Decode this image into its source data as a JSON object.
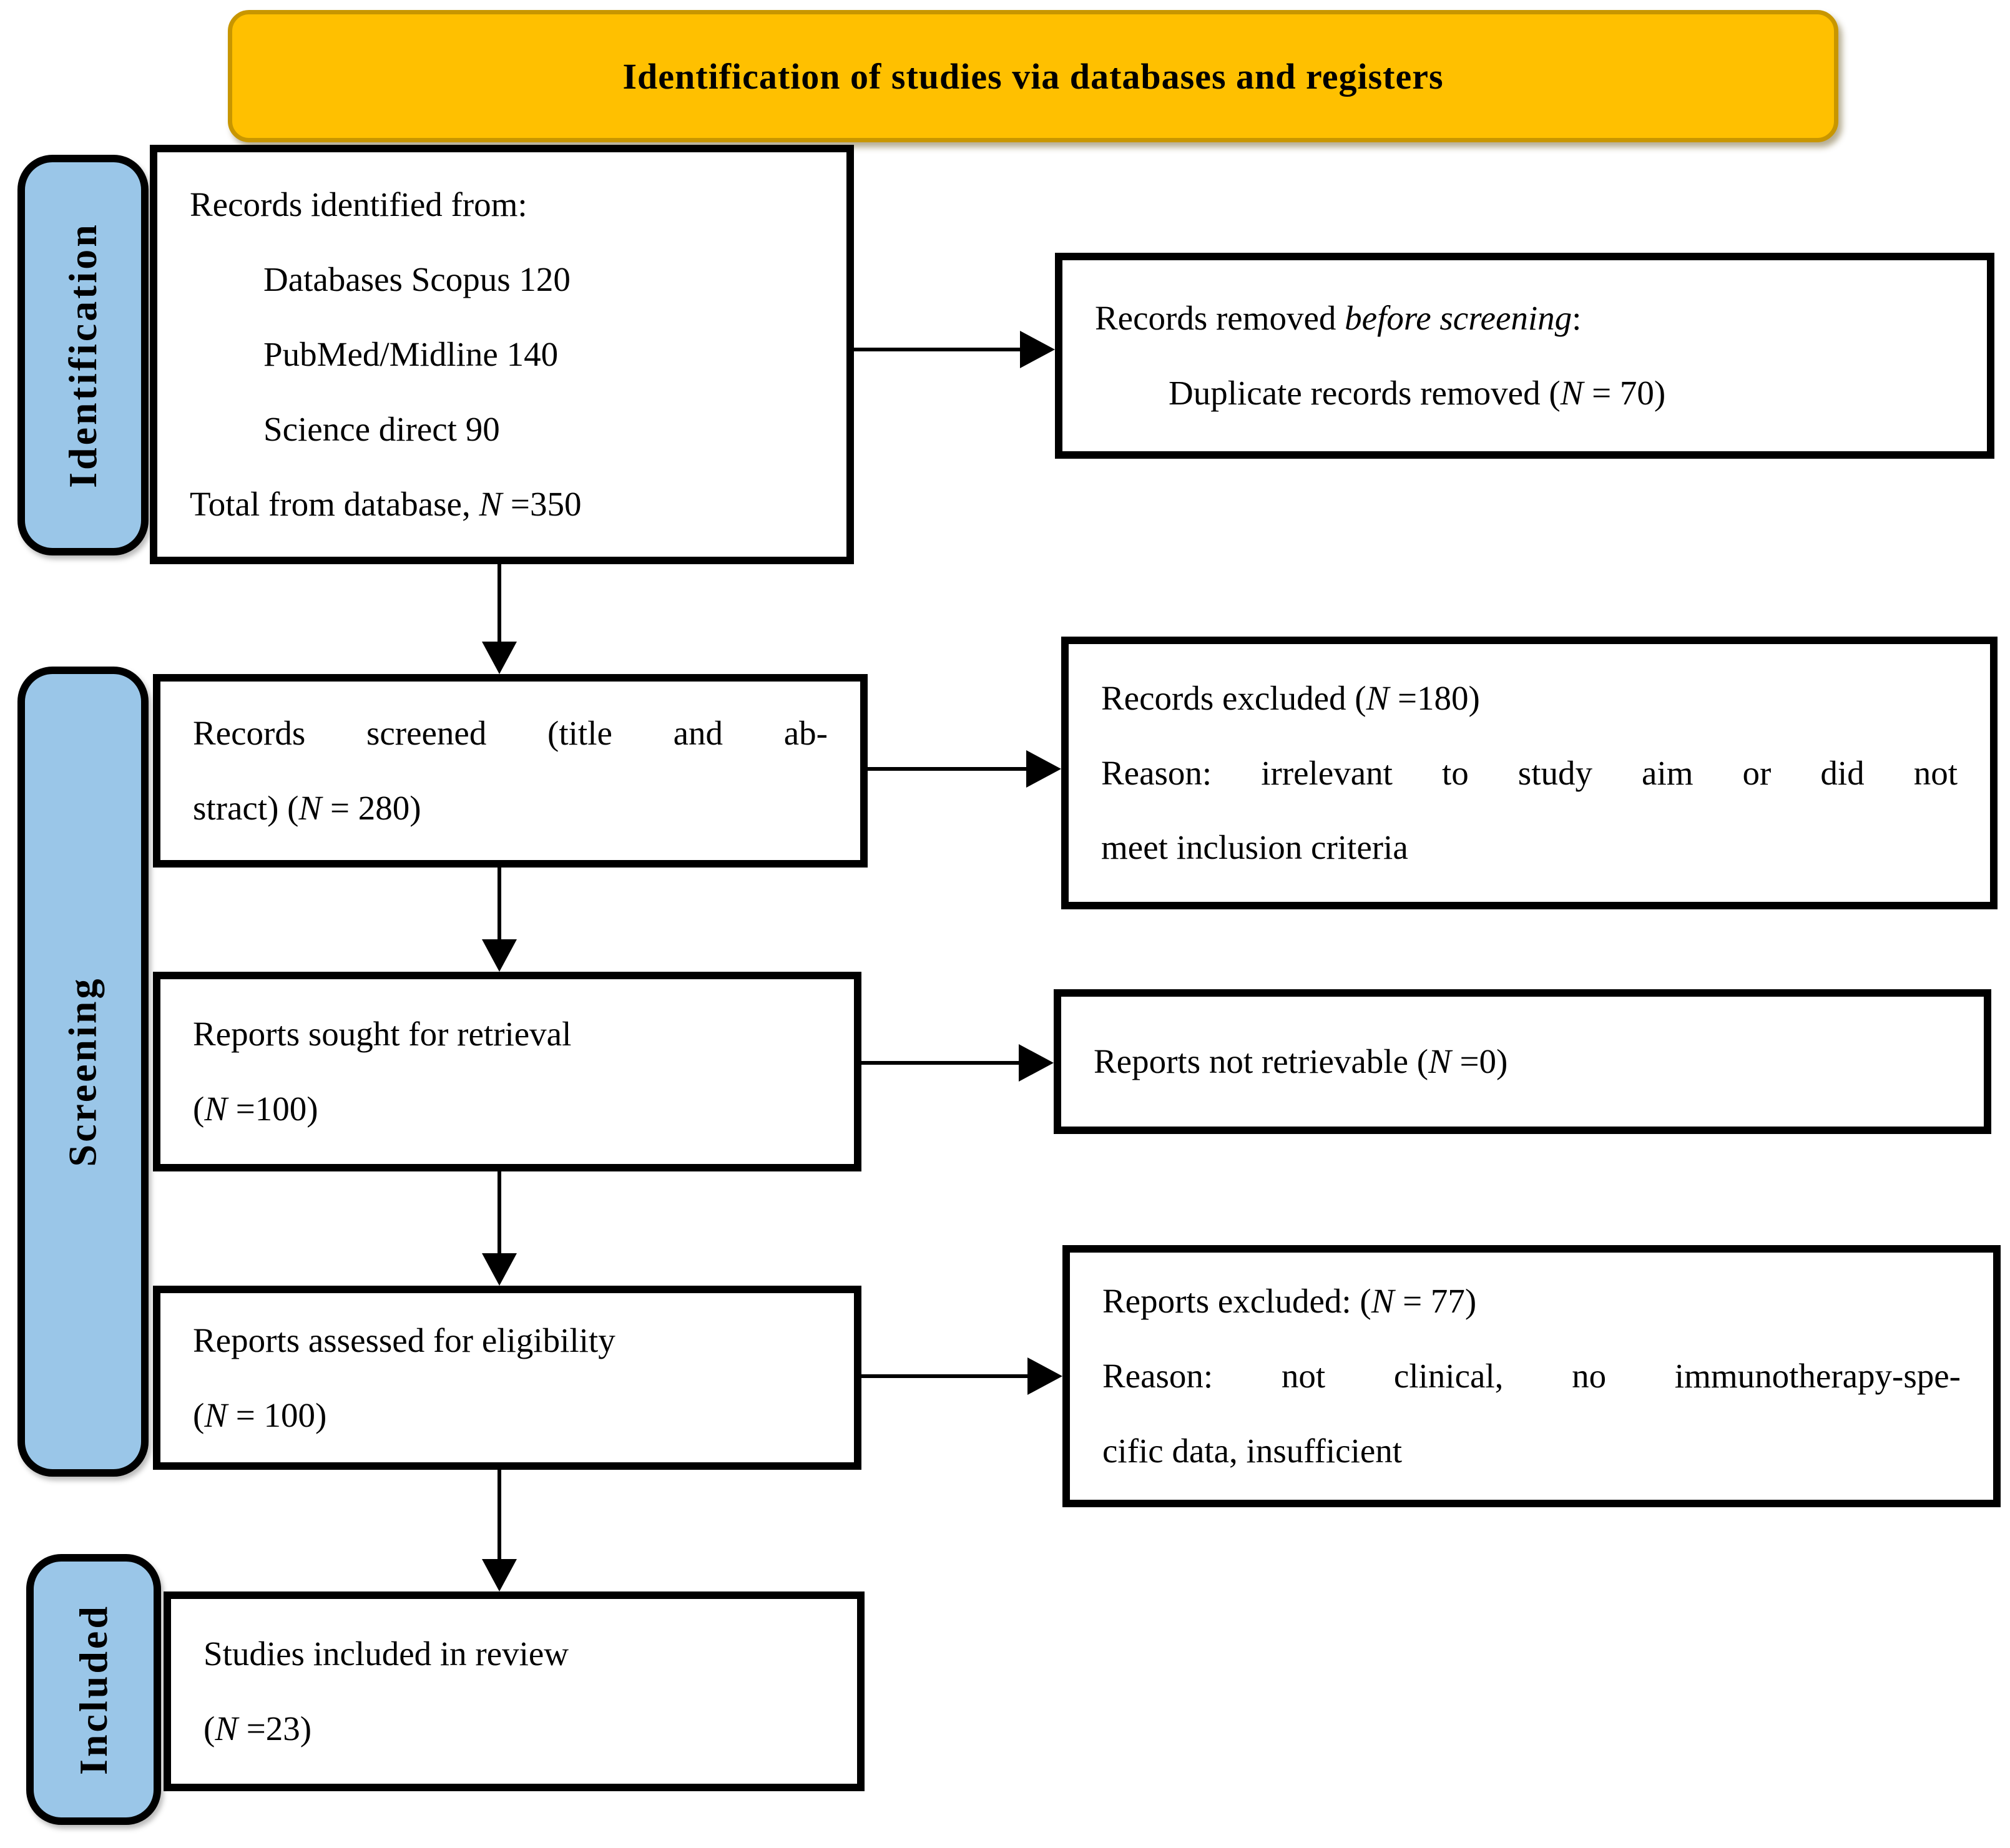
{
  "header": {
    "title": "Identification of studies via databases and registers"
  },
  "sidebar": {
    "identification": "Identification",
    "screening": "Screening",
    "included": "Included"
  },
  "boxes": {
    "records_identified": {
      "lines": [
        {
          "segments": [
            {
              "text": "Records identified from:",
              "italic": false
            }
          ]
        },
        {
          "indent": true,
          "segments": [
            {
              "text": "Databases Scopus 120",
              "italic": false
            }
          ]
        },
        {
          "indent": true,
          "segments": [
            {
              "text": "PubMed/Midline 140",
              "italic": false
            }
          ]
        },
        {
          "indent": true,
          "segments": [
            {
              "text": "Science direct 90",
              "italic": false
            }
          ]
        },
        {
          "segments": [
            {
              "text": "Total from database, ",
              "italic": false
            },
            {
              "text": "N",
              "italic": true
            },
            {
              "text": " =350",
              "italic": false
            }
          ]
        }
      ]
    },
    "records_removed": {
      "lines": [
        {
          "segments": [
            {
              "text": "Records removed ",
              "italic": false
            },
            {
              "text": "before screening",
              "italic": true
            },
            {
              "text": ":",
              "italic": false
            }
          ]
        },
        {
          "indent": true,
          "segments": [
            {
              "text": "Duplicate records removed (",
              "italic": false
            },
            {
              "text": "N",
              "italic": true
            },
            {
              "text": " = 70)",
              "italic": false
            }
          ]
        }
      ]
    },
    "records_screened": {
      "lines": [
        {
          "justify": true,
          "segments": [
            {
              "text": "Records screened (title and ab-",
              "italic": false
            }
          ]
        },
        {
          "segments": [
            {
              "text": "stract) (",
              "italic": false
            },
            {
              "text": "N",
              "italic": true
            },
            {
              "text": " = 280)",
              "italic": false
            }
          ]
        }
      ]
    },
    "records_excluded": {
      "lines": [
        {
          "segments": [
            {
              "text": "Records excluded (",
              "italic": false
            },
            {
              "text": "N",
              "italic": true
            },
            {
              "text": " =180)",
              "italic": false
            }
          ]
        },
        {
          "justify": true,
          "segments": [
            {
              "text": "Reason: irrelevant to study aim or did not",
              "italic": false
            }
          ]
        },
        {
          "segments": [
            {
              "text": "meet inclusion criteria",
              "italic": false
            }
          ]
        }
      ]
    },
    "reports_sought": {
      "lines": [
        {
          "segments": [
            {
              "text": "Reports sought for retrieval",
              "italic": false
            }
          ]
        },
        {
          "segments": [
            {
              "text": "(",
              "italic": false
            },
            {
              "text": "N",
              "italic": true
            },
            {
              "text": " =100)",
              "italic": false
            }
          ]
        }
      ]
    },
    "reports_not_retrievable": {
      "lines": [
        {
          "segments": [
            {
              "text": "Reports not retrievable (",
              "italic": false
            },
            {
              "text": "N",
              "italic": true
            },
            {
              "text": " =0)",
              "italic": false
            }
          ]
        }
      ]
    },
    "reports_assessed": {
      "lines": [
        {
          "segments": [
            {
              "text": "Reports assessed for eligibility",
              "italic": false
            }
          ]
        },
        {
          "segments": [
            {
              "text": "(",
              "italic": false
            },
            {
              "text": "N",
              "italic": true
            },
            {
              "text": " = 100)",
              "italic": false
            }
          ]
        }
      ]
    },
    "reports_excluded": {
      "lines": [
        {
          "segments": [
            {
              "text": "Reports excluded: (",
              "italic": false
            },
            {
              "text": "N",
              "italic": true
            },
            {
              "text": " = 77)",
              "italic": false
            }
          ]
        },
        {
          "justify": true,
          "segments": [
            {
              "text": "Reason: not clinical, no immunotherapy-spe-",
              "italic": false
            }
          ]
        },
        {
          "segments": [
            {
              "text": "cific data, insufficient",
              "italic": false
            }
          ]
        }
      ]
    },
    "studies_included": {
      "lines": [
        {
          "segments": [
            {
              "text": "Studies included in review",
              "italic": false
            }
          ]
        },
        {
          "segments": [
            {
              "text": "(",
              "italic": false
            },
            {
              "text": "N",
              "italic": true
            },
            {
              "text": " =23)",
              "italic": false
            }
          ]
        }
      ]
    }
  },
  "colors": {
    "header_fill": "#FFC000",
    "header_border": "#C89600",
    "stage_fill": "#9AC6E8",
    "line_color": "#000000"
  }
}
